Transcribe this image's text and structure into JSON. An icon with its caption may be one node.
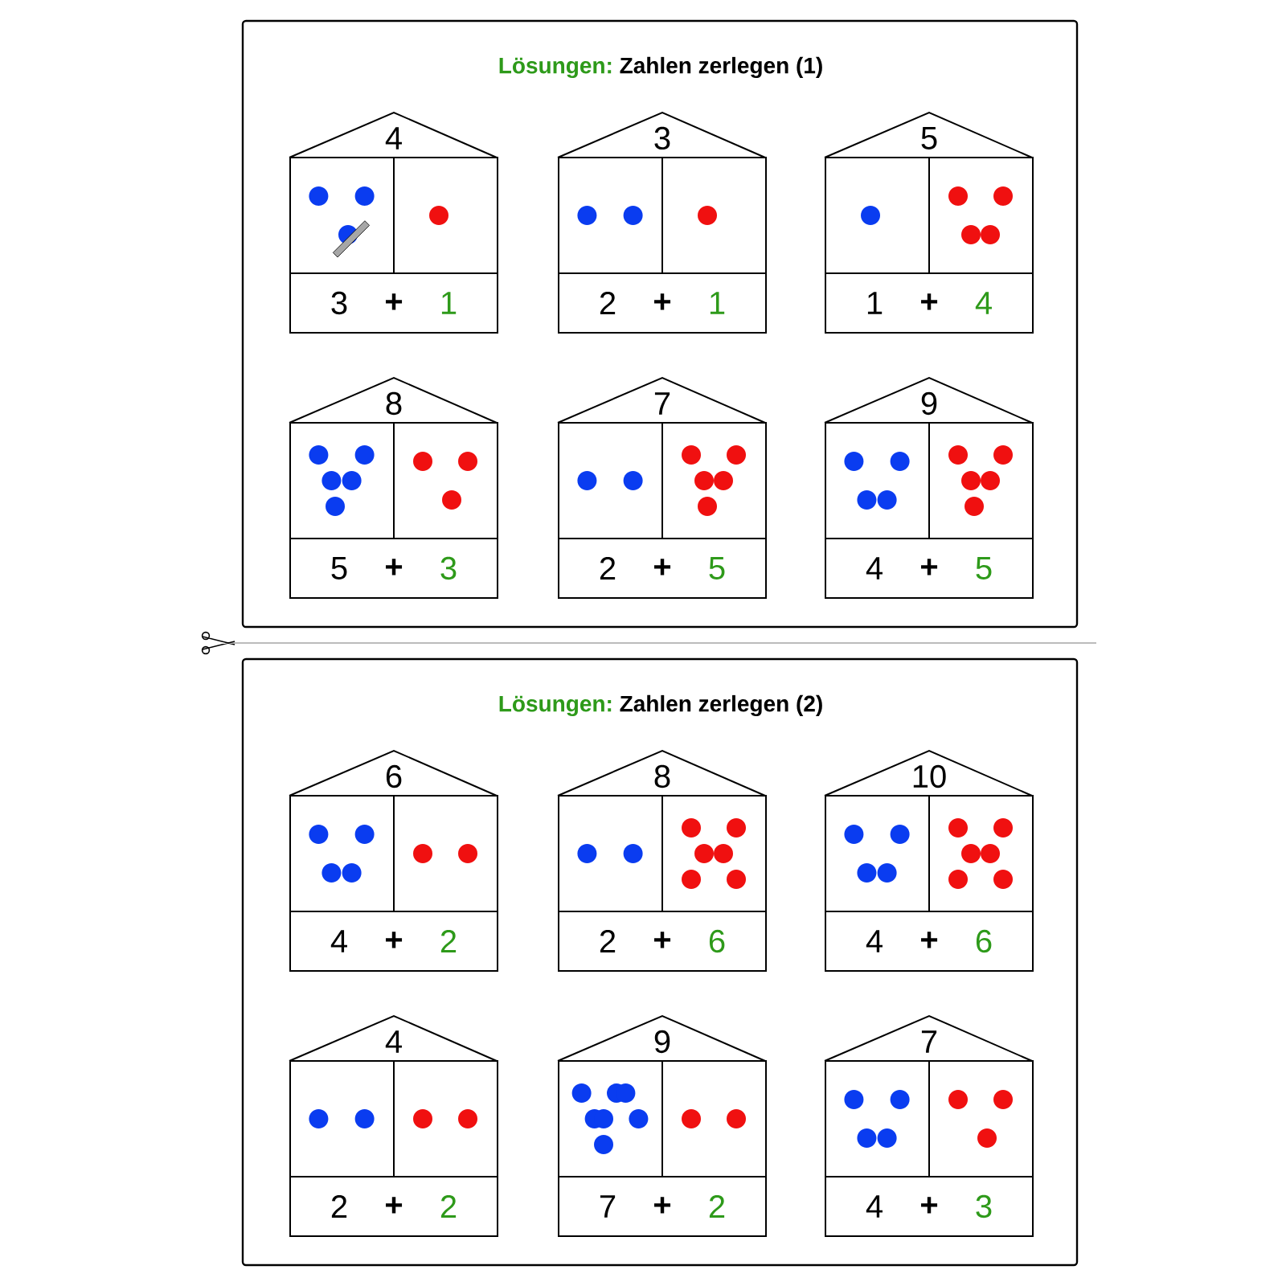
{
  "diagram": {
    "nodes": [
      {
        "text": [
          "Lösungen:",
          "Zahlen zerlegen (1)"
        ]
      },
      {
        "text": [
          "4",
          "3",
          "+",
          "1"
        ],
        "in": 0
      },
      {
        "text": [
          "3",
          "2",
          "+",
          "1"
        ],
        "in": 0
      },
      {
        "text": [
          "5",
          "1",
          "+",
          "4"
        ],
        "in": 0
      },
      {
        "text": [
          "8",
          "5",
          "+",
          "3"
        ],
        "in": 0
      },
      {
        "text": [
          "7",
          "2",
          "+",
          "5"
        ],
        "in": 0
      },
      {
        "text": [
          "9",
          "4",
          "+",
          "5"
        ],
        "in": 0
      },
      {
        "text": [
          "Lösungen:",
          "Zahlen zerlegen (2)"
        ]
      },
      {
        "text": [
          "6",
          "4",
          "+",
          "2"
        ],
        "in": 7
      },
      {
        "text": [
          "8",
          "2",
          "+",
          "6"
        ],
        "in": 7
      },
      {
        "text": [
          "10",
          "4",
          "+",
          "6"
        ],
        "in": 7
      },
      {
        "text": [
          "4",
          "2",
          "+",
          "2"
        ],
        "in": 7
      },
      {
        "text": [
          "9",
          "7",
          "+",
          "2"
        ],
        "in": 7
      },
      {
        "text": [
          "7",
          "4",
          "+",
          "3"
        ],
        "in": 7
      }
    ],
    "edges": []
  }
}
